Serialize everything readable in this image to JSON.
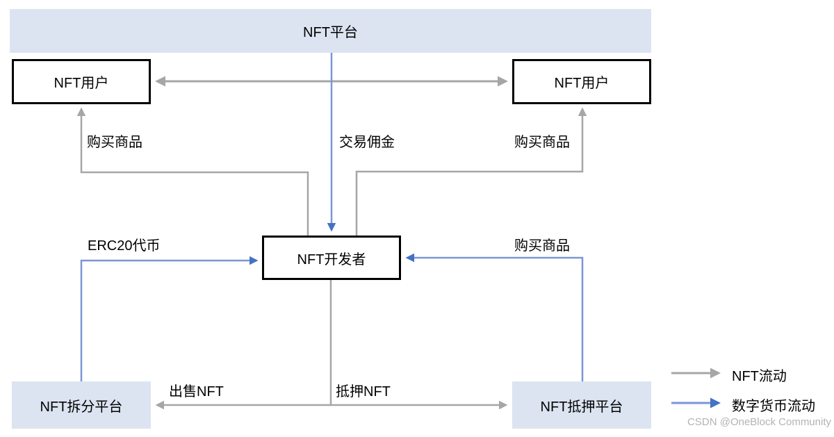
{
  "diagram": {
    "banner": {
      "label": "NFT平台"
    },
    "nodes": {
      "user_left": {
        "label": "NFT用户"
      },
      "user_right": {
        "label": "NFT用户"
      },
      "developer": {
        "label": "NFT开发者"
      },
      "split_platform": {
        "label": "NFT拆分平台"
      },
      "mortgage_platform": {
        "label": "NFT抵押平台"
      }
    },
    "edge_labels": {
      "buy_left": "购买商品",
      "commission": "交易佣金",
      "buy_right": "购买商品",
      "erc20": "ERC20代币",
      "buy_mortgage": "购买商品",
      "sell_nft": "出售NFT",
      "pledge_nft": "抵押NFT"
    },
    "legend": {
      "nft_flow": "NFT流动",
      "currency_flow": "数字货币流动"
    },
    "colors": {
      "nft_flow_line": "#a6a6a6",
      "currency_flow_line": "#7b96d5",
      "currency_flow_arrow": "#4472c4",
      "panel_fill": "#dce4f1"
    },
    "watermark": "CSDN @OneBlock Community"
  }
}
